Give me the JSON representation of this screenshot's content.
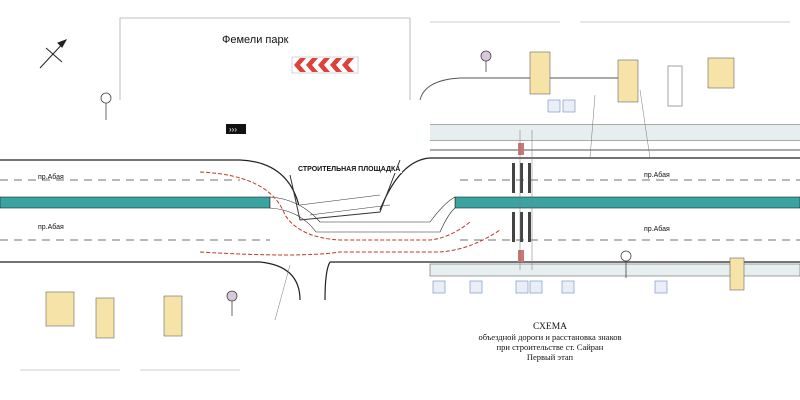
{
  "park_label": "Фемели парк",
  "site_label": "СТРОИТЕЛЬНАЯ ПЛОЩАДКА",
  "street_label": "пр.Абая",
  "colors": {
    "median": "#3aa5a0",
    "road_line": "#333333",
    "detour_line": "#c0392b",
    "sign_fill": "#f5e3a8",
    "chevron_red": "#e0403a"
  },
  "caption": {
    "title": "СХЕМА",
    "line1": "объездной дороги и расстановка знаков",
    "line2": "при строительстве ст. Сайран",
    "line3": "Первый этап"
  }
}
